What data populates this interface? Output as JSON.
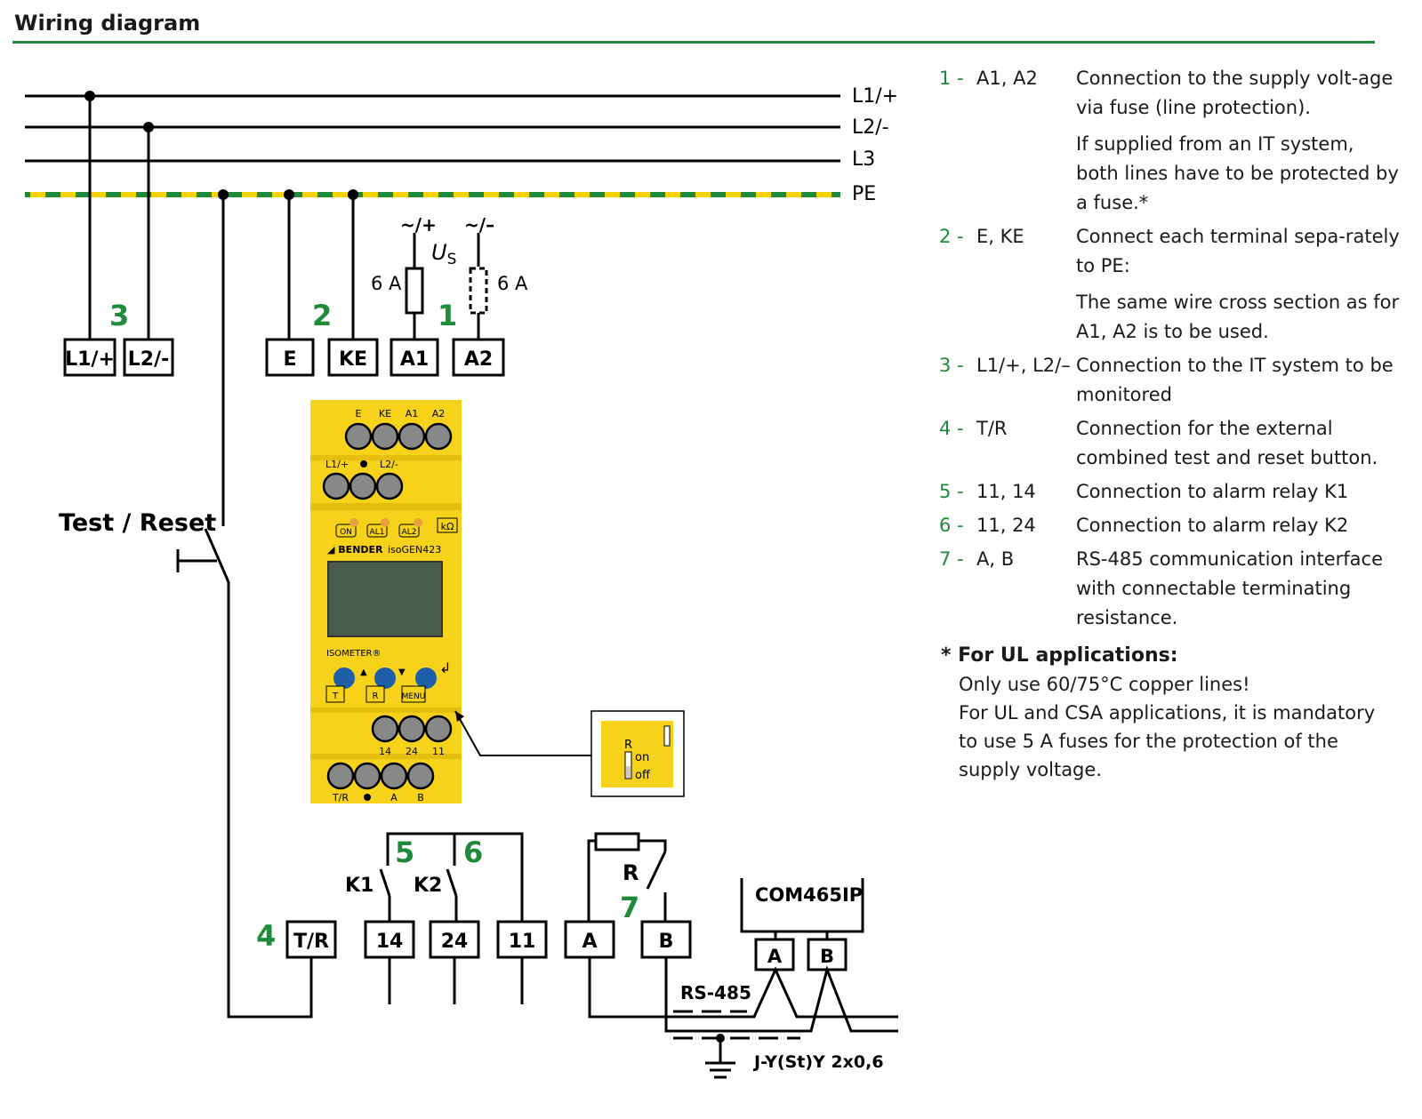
{
  "header": {
    "title": "Wiring diagram"
  },
  "colors": {
    "accent_green": "#1f8a3a",
    "device_yellow": "#f7d21b",
    "pe_yellow": "#f2d300",
    "display_green": "#4a5d4a",
    "button_blue": "#1f5fa8"
  },
  "buses": [
    {
      "label": "L1/+"
    },
    {
      "label": "L2/-"
    },
    {
      "label": "L3"
    },
    {
      "label": "PE"
    }
  ],
  "supply": {
    "plus_symbol": "~/+",
    "minus_symbol": "~/–",
    "voltage_label": "U",
    "voltage_sub": "S",
    "fuse_left": "6 A",
    "fuse_right": "6 A"
  },
  "group_numbers": {
    "n1": "1",
    "n2": "2",
    "n3": "3",
    "n4": "4",
    "n5": "5",
    "n6": "6",
    "n7": "7"
  },
  "top_terminals": [
    "L1/+",
    "L2/-",
    "E",
    "KE",
    "A1",
    "A2"
  ],
  "device": {
    "top_labels": [
      "E",
      "KE",
      "A1",
      "A2"
    ],
    "mid_label_left": "L1/+",
    "mid_label_right": "L2/-",
    "leds": [
      "ON",
      "AL1",
      "AL2"
    ],
    "unit_icon": "kΩ",
    "brand": "BENDER",
    "model": "isoGEN423",
    "series": "ISOMETER®",
    "buttons": [
      "T",
      "R",
      "MENU"
    ],
    "bottom_upper_labels": [
      "14",
      "24",
      "11"
    ],
    "bottom_lower_labels": [
      "T/R",
      "A",
      "B"
    ]
  },
  "switch_detail": {
    "label": "R",
    "on": "on",
    "off": "off"
  },
  "test_reset": "Test / Reset",
  "relays": {
    "k1": "K1",
    "k2": "K2"
  },
  "resistor_label": "R",
  "bottom_terminals": [
    "T/R",
    "14",
    "24",
    "11",
    "A",
    "B"
  ],
  "com": {
    "label": "COM465IP",
    "a": "A",
    "b": "B"
  },
  "bus_label": "RS-485",
  "cable_label": "J-Y(St)Y 2x0,6",
  "legend": [
    {
      "num": "1 -",
      "term": "A1, A2",
      "desc": [
        "Connection to the supply volt-age via fuse (line protection).",
        "If supplied from an IT system, both lines have to be protected by a fuse.*"
      ]
    },
    {
      "num": "2 -",
      "term": "E, KE",
      "desc": [
        "Connect each terminal sepa-rately to PE:",
        "The same wire cross section as for A1, A2 is to be used."
      ]
    },
    {
      "num": "3 -",
      "term": "L1/+, L2/–",
      "desc": [
        "Connection to the IT system to be monitored"
      ]
    },
    {
      "num": "4 -",
      "term": "T/R",
      "desc": [
        "Connection for the external combined test and reset button."
      ]
    },
    {
      "num": "5 -",
      "term": "11, 14",
      "desc": [
        "Connection to alarm relay K1"
      ]
    },
    {
      "num": "6 -",
      "term": "11, 24",
      "desc": [
        "Connection to alarm relay K2"
      ]
    },
    {
      "num": "7 -",
      "term": "A, B",
      "desc": [
        "RS-485 communication interface with connectable terminating resistance."
      ]
    }
  ],
  "ul_note": {
    "title": "* For UL applications:",
    "lines": [
      "Only use 60/75°C copper lines!",
      "For UL and CSA applications, it is mandatory to use 5 A fuses for the protection of the supply voltage."
    ]
  }
}
